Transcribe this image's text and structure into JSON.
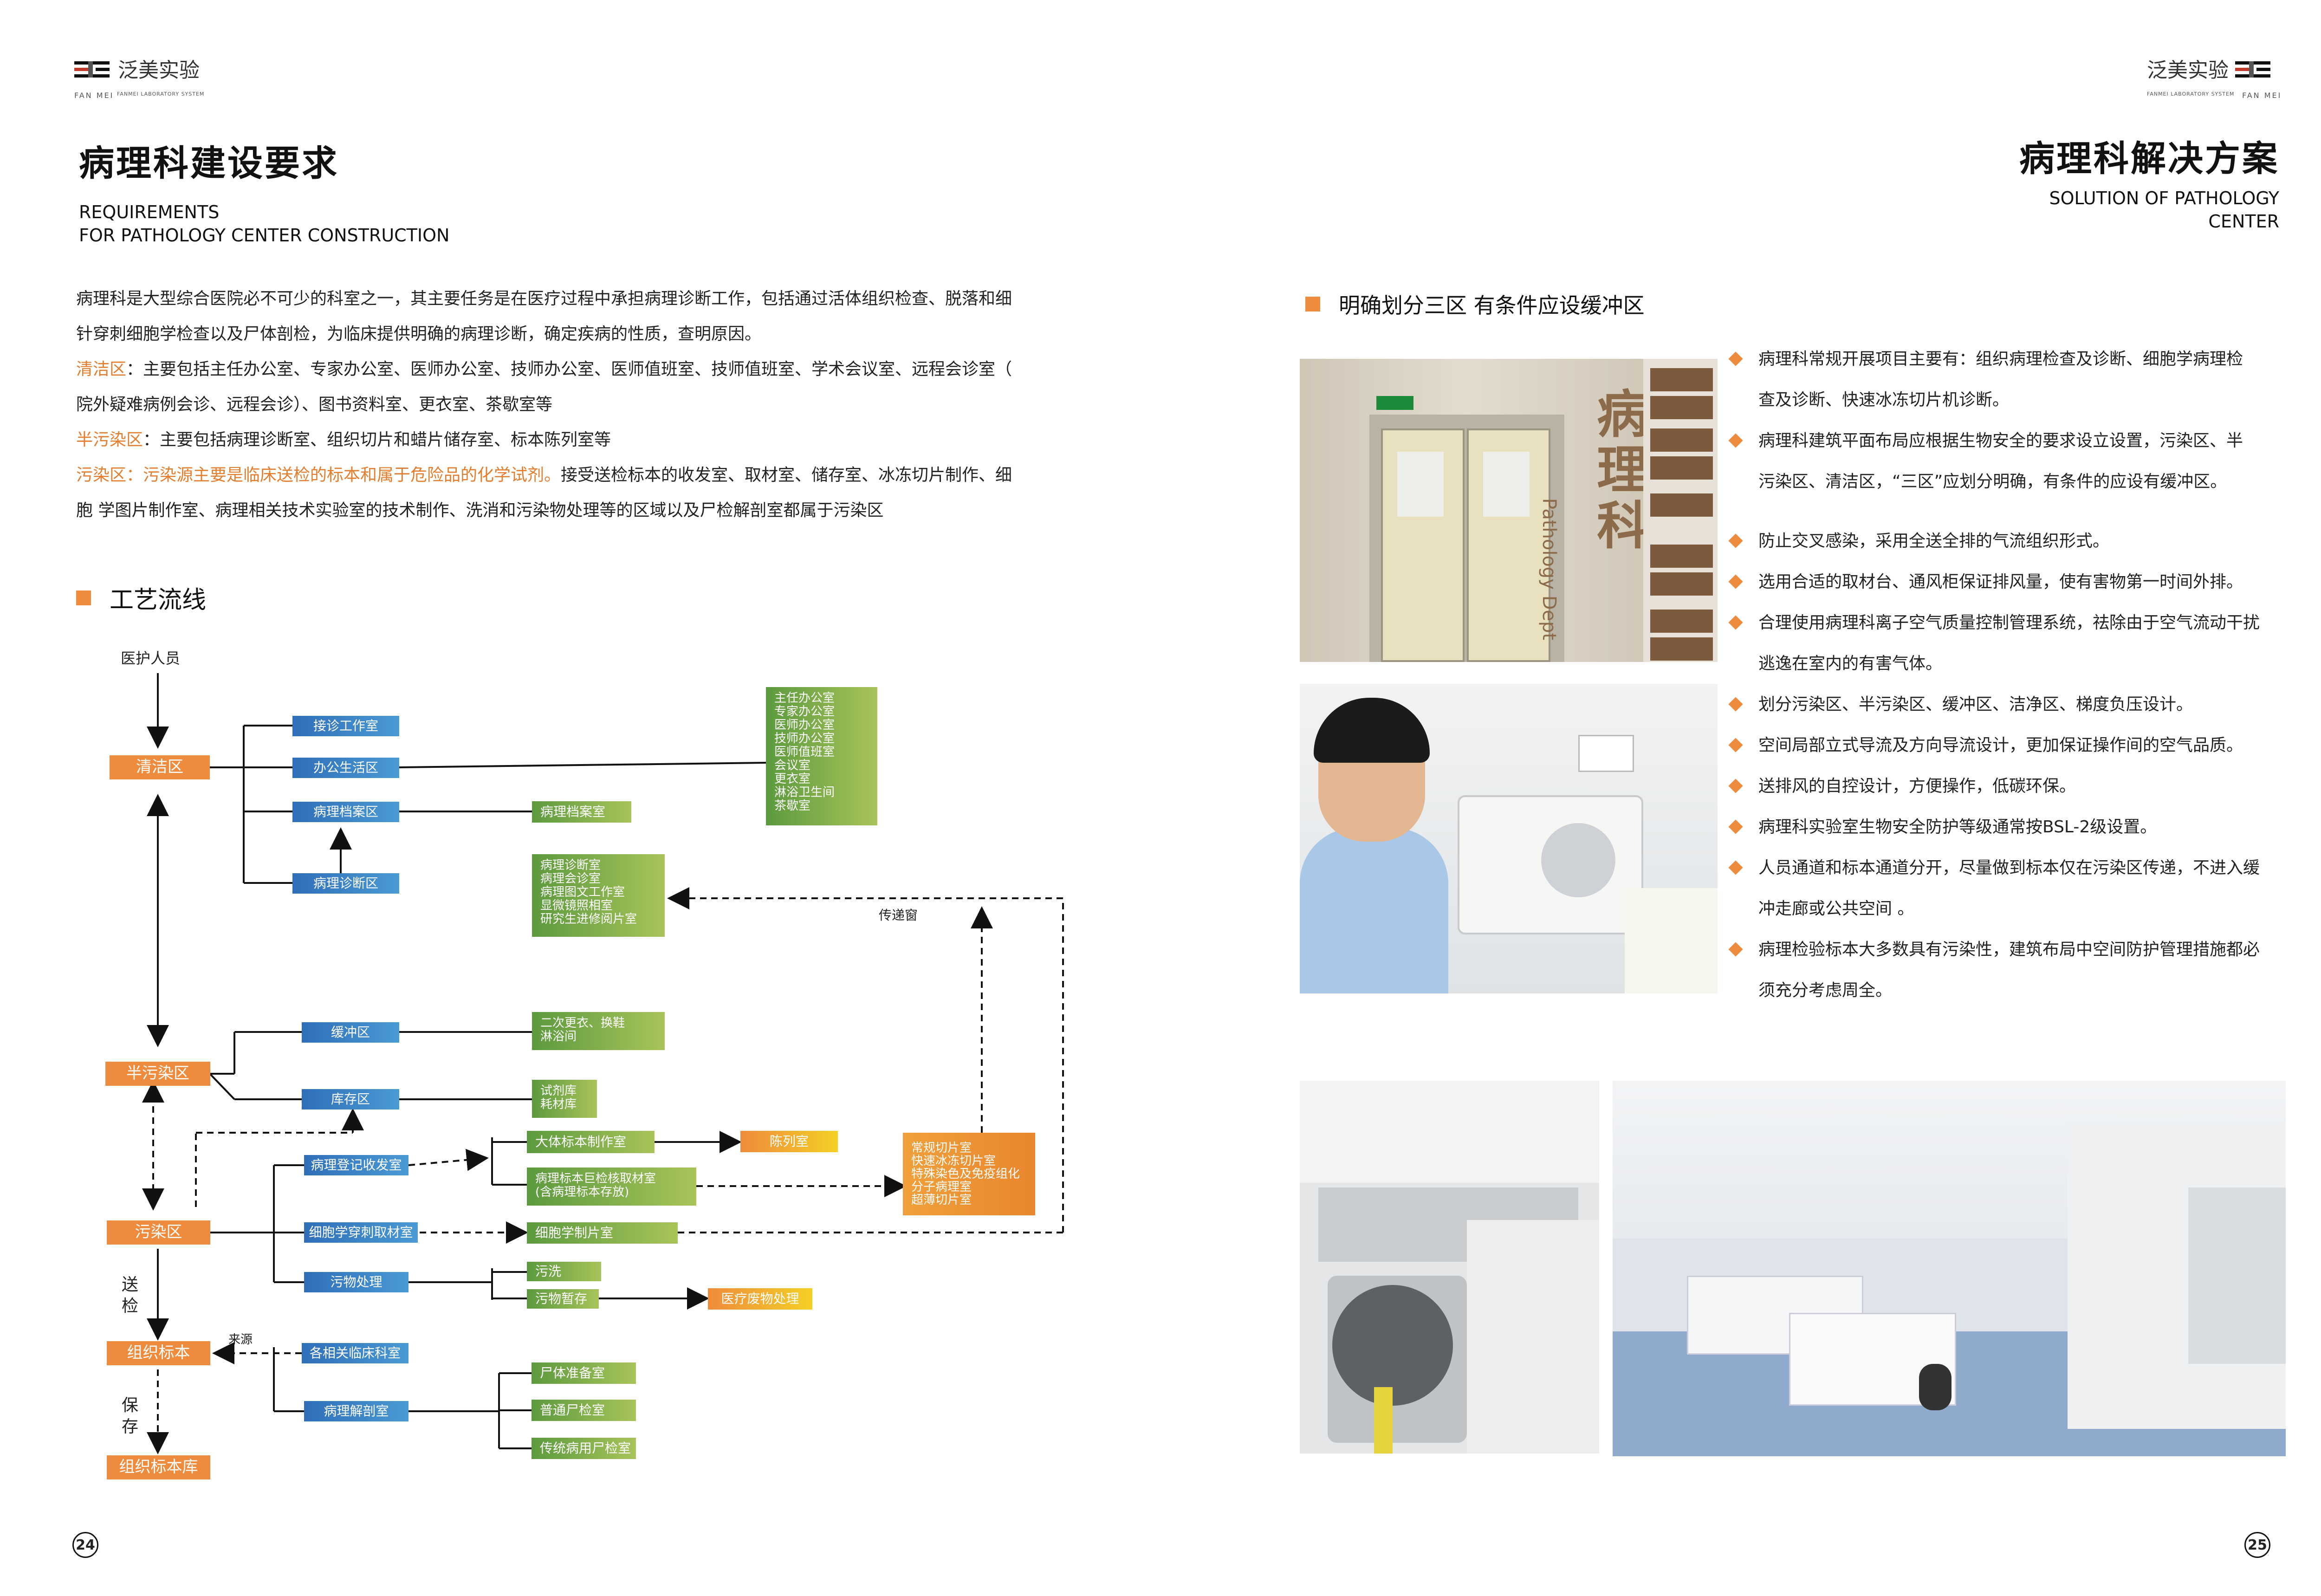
{
  "brand": {
    "name_cn": "泛美实验",
    "name_en": "FAN MEI",
    "sub_en": "FANMEI LABORATORY SYSTEM"
  },
  "left": {
    "title": "病理科建设要求",
    "title_en_1": "REQUIREMENTS",
    "title_en_2": "FOR PATHOLOGY CENTER CONSTRUCTION",
    "intro_1": "病理科是大型综合医院必不可少的科室之一，其主要任务是在医疗过程中承担病理诊断工作，包括通过活体组织检查、脱落和细",
    "intro_2": "针穿刺细胞学检查以及尸体剖检，为临床提供明确的病理诊断，确定疾病的性质，查明原因。",
    "clean_label": "清洁区",
    "clean_text_1": "：主要包括主任办公室、专家办公室、医师办公室、技师办公室、医师值班室、技师值班室、学术会议室、远程会诊室（",
    "clean_text_2": "院外疑难病例会诊、远程会诊）、图书资料室、更衣室、茶歇室等",
    "semi_label": "半污染区",
    "semi_text": "：主要包括病理诊断室、组织切片和蜡片储存室、标本陈列室等",
    "dirty_label": "污染区",
    "dirty_highlight": "：污染源主要是临床送检的标本和属于危险品的化学试剂。",
    "dirty_text_1": "接受送检标本的收发室、取材室、储存室、冰冻切片制作、细",
    "dirty_text_2": "胞 学图片制作室、病理相关技术实验室的技术制作、洗消和污染物处理等的区域以及尸检解剖室都属于污染区",
    "section": "工艺流线",
    "page": "24"
  },
  "flow": {
    "staff": "医护人员",
    "zones": {
      "clean": "清洁区",
      "semi": "半污染区",
      "dirty": "污染区",
      "specimen": "组织标本",
      "bank": "组织标本库"
    },
    "blue": {
      "reception": "接诊工作室",
      "office": "办公生活区",
      "archive_area": "病理档案区",
      "diagnosis_area": "病理诊断区",
      "buffer": "缓冲区",
      "storage": "库存区",
      "register": "病理登记收发室",
      "cyto": "细胞学穿刺取材室",
      "waste": "污物处理",
      "clinical": "各相关临床科室",
      "autopsy": "病理解剖室"
    },
    "green": {
      "office_list": "主任办公室\n专家办公室\n医师办公室\n技师办公室\n医师值班室\n会议室\n更衣室\n淋浴卫生间\n茶歇室",
      "archive_room": "病理档案室",
      "diagnosis_list": "病理诊断室\n病理会诊室\n病理图文工作室\n显微镜照相室\n研究生进修阅片室",
      "change": "二次更衣、换鞋\n淋浴间",
      "reagent": "试剂库\n耗材库",
      "gross": "大体标本制作室",
      "macro": "病理标本巨检核取材室\n(含病理标本存放)",
      "cyto_room": "细胞学制片室",
      "wash": "污洗",
      "temp": "污物暂存",
      "prep": "尸体准备室",
      "normal": "普通尸检室",
      "infect": "传统病用尸检室"
    },
    "yellow": {
      "display": "陈列室",
      "medical_waste": "医疗废物处理"
    },
    "slide_list": "常规切片室\n快速冰冻切片室\n特殊染色及免疫组化\n分子病理室\n超薄切片室",
    "labels": {
      "window": "传递窗",
      "send": "送\n检",
      "keep": "保\n存",
      "source": "来源"
    }
  },
  "right": {
    "title": "病理科解决方案",
    "title_en": "SOLUTION OF PATHOLOGY CENTER",
    "section": "明确划分三区 有条件应设缓冲区",
    "bullets": [
      "病理科常规开展项目主要有：组织病理检查及诊断、细胞学病理检\n查及诊断、快速冰冻切片机诊断。",
      "病理科建筑平面布局应根据生物安全的要求设立设置，污染区、半\n污染区、清洁区，“三区”应划分明确，有条件的应设有缓冲区。",
      "防止交叉感染，采用全送全排的气流组织形式。",
      "选用合适的取材台、通风柜保证排风量，使有害物第一时间外排。",
      "合理使用病理科离子空气质量控制管理系统，祛除由于空气流动干扰\n逃逸在室内的有害气体。",
      "划分污染区、半污染区、缓冲区、洁净区、梯度负压设计。",
      "空间局部立式导流及方向导流设计，更加保证操作间的空气品质。",
      "送排风的自控设计，方便操作，低碳环保。",
      "病理科实验室生物安全防护等级通常按BSL-2级设置。",
      "人员通道和标本通道分开，尽量做到标本仅在污染区传递，不进入缓\n冲走廊或公共空间 。",
      "病理检验标本大多数具有污染性，建筑布局中空间防护管理措施都必\n须充分考虑周全。"
    ],
    "sign_text": "病理科",
    "sign_en": "Pathology Dept",
    "page": "25"
  },
  "colors": {
    "accent_orange": "#ef8b3c",
    "flow_blue": "#2f6fb8",
    "flow_green": "#7fab4a"
  }
}
